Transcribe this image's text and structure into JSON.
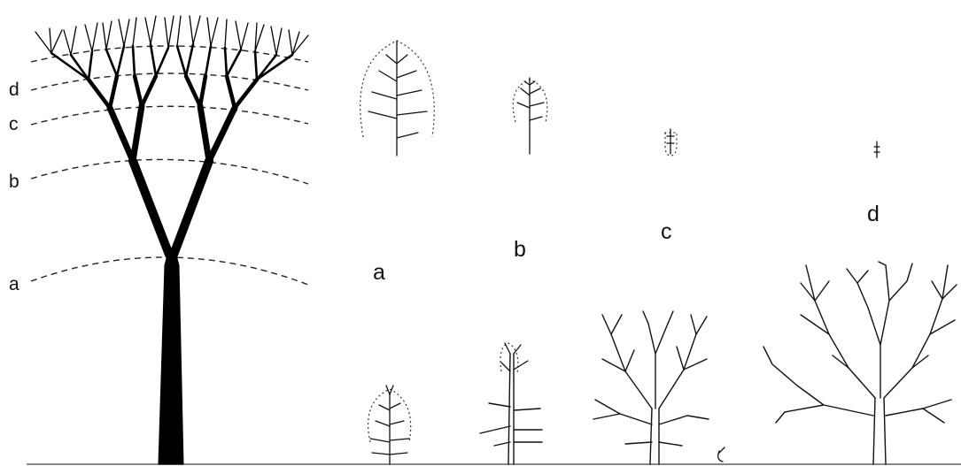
{
  "large_tree": {
    "level_labels": [
      {
        "key": "a",
        "text": "a"
      },
      {
        "key": "b",
        "text": "b"
      },
      {
        "key": "c",
        "text": "c"
      },
      {
        "key": "d",
        "text": "d"
      }
    ]
  },
  "stages": [
    {
      "key": "a",
      "label": "a"
    },
    {
      "key": "b",
      "label": "b"
    },
    {
      "key": "c",
      "label": "c"
    },
    {
      "key": "d",
      "label": "d"
    }
  ]
}
